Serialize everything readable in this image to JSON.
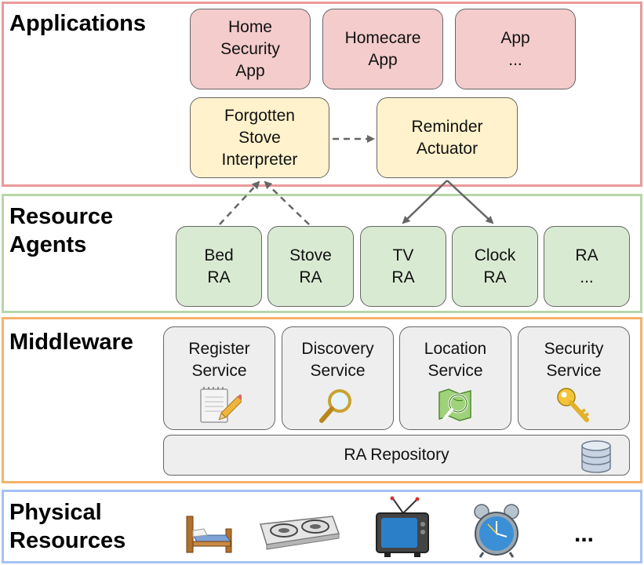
{
  "layers": {
    "applications": {
      "title": "Applications",
      "color": "#ea9999"
    },
    "resource_agents": {
      "title": "Resource\nAgents",
      "color": "#b6d7a8"
    },
    "middleware": {
      "title": "Middleware",
      "color": "#f6b26b"
    },
    "physical": {
      "title": "Physical\nResources",
      "color": "#a4c2f4"
    }
  },
  "apps": [
    {
      "label": "Home\nSecurity\nApp"
    },
    {
      "label": "Homecare\nApp"
    },
    {
      "label": "App\n..."
    }
  ],
  "interpreters": [
    {
      "label": "Forgotten\nStove\nInterpreter"
    },
    {
      "label": "Reminder\nActuator"
    }
  ],
  "resource_agents": [
    {
      "label": "Bed\nRA"
    },
    {
      "label": "Stove\nRA"
    },
    {
      "label": "TV\nRA"
    },
    {
      "label": "Clock\nRA"
    },
    {
      "label": "RA\n..."
    }
  ],
  "middleware_services": [
    {
      "label": "Register\nService",
      "icon": "notepad-pencil-icon"
    },
    {
      "label": "Discovery\nService",
      "icon": "magnifier-icon"
    },
    {
      "label": "Location\nService",
      "icon": "map-icon"
    },
    {
      "label": "Security\nService",
      "icon": "key-icon"
    }
  ],
  "repository": {
    "label": "RA Repository",
    "icon": "database-icon"
  },
  "physical_resources": {
    "icons": [
      "bed-icon",
      "stove-icon",
      "tv-icon",
      "alarm-clock-icon"
    ],
    "more": "..."
  },
  "colors": {
    "app_fill": "#f4cccc",
    "interpreter_fill": "#fff2cc",
    "ra_fill": "#d9ead3",
    "middleware_fill": "#eeeeee",
    "arrow": "#666666"
  }
}
